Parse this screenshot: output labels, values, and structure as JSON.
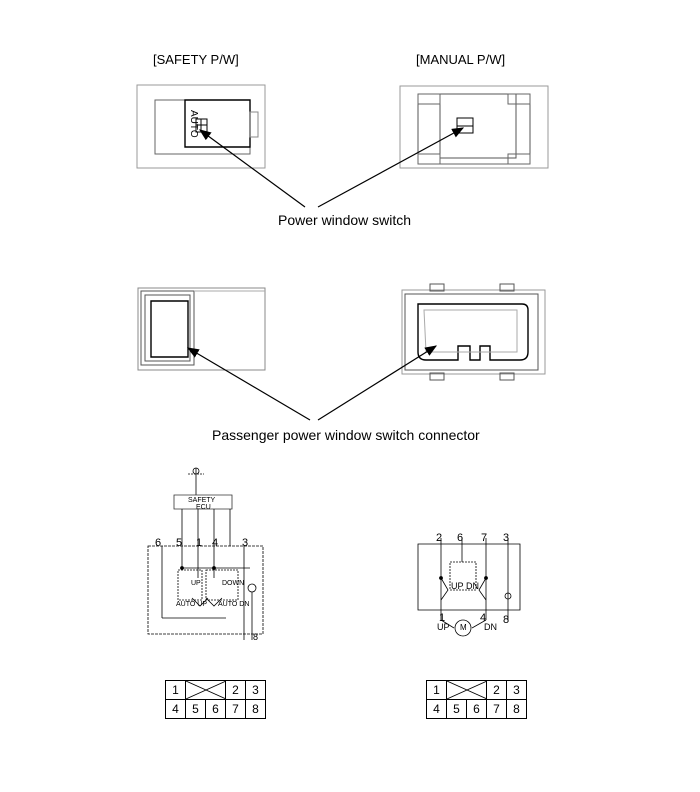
{
  "headers": {
    "safety": "[SAFETY P/W]",
    "manual": "[MANUAL P/W]"
  },
  "switch_label_auto": "AUTO",
  "callouts": {
    "switch": "Power window switch",
    "connector": "Passenger power window switch connector"
  },
  "safety_circuit": {
    "ecu_line1": "SAFETY",
    "ecu_line2": "ECU",
    "pins_top": [
      "6",
      "5",
      "1",
      "4",
      "3"
    ],
    "pin_bottom": "8",
    "label_up": "UP",
    "label_down": "DOWN",
    "label_auto_up": "AUTO UP",
    "label_auto_dn": "AUTO DN"
  },
  "manual_circuit": {
    "pins_top": [
      "2",
      "6",
      "7",
      "3"
    ],
    "pins_bottom": [
      "1",
      "4",
      "8"
    ],
    "label_up": "UP",
    "label_dn": "DN",
    "label_up_bottom": "UP",
    "label_dn_bottom": "DN",
    "motor": "M"
  },
  "connector_tables": {
    "safety": {
      "row1": [
        "1",
        "2",
        "3"
      ],
      "row2": [
        "4",
        "5",
        "6",
        "7",
        "8"
      ]
    },
    "manual": {
      "row1": [
        "1",
        "2",
        "3"
      ],
      "row2": [
        "4",
        "5",
        "6",
        "7",
        "8"
      ]
    }
  }
}
